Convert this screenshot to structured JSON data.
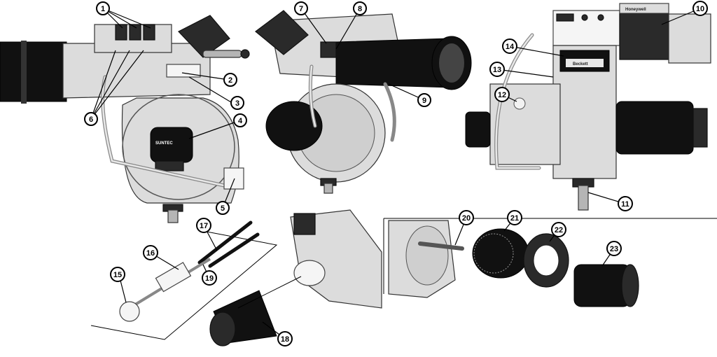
{
  "labels": {
    "honeywell": "Honeywell",
    "beckett": "Beckett",
    "suntec": "SUNTEC"
  },
  "callouts": [
    "1",
    "2",
    "3",
    "4",
    "5",
    "6",
    "7",
    "8",
    "9",
    "10",
    "11",
    "12",
    "13",
    "14",
    "15",
    "16",
    "17",
    "18",
    "19",
    "20",
    "21",
    "22",
    "23"
  ],
  "colors": {
    "ink": "#000000",
    "metal_light": "#dcdcdc",
    "metal_dark": "#2a2a2a"
  }
}
